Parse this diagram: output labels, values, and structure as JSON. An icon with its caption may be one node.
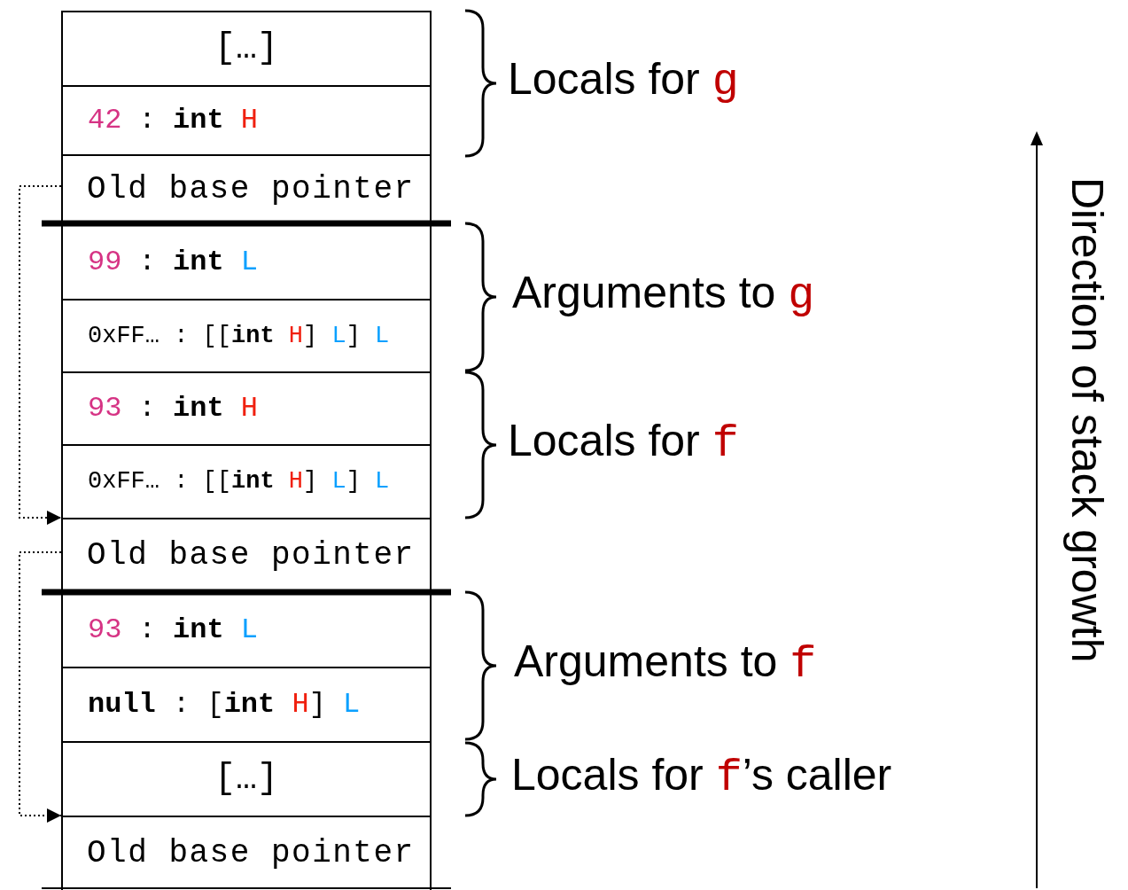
{
  "diagram": {
    "nodes": [
      {
        "text": [
          "[…]"
        ]
      },
      {
        "text": [
          "*42* : **int** *H*"
        ]
      },
      {
        "text": [
          "Old base pointer"
        ]
      },
      {
        "text": [
          "*99* : **int** *L*"
        ]
      },
      {
        "text": [
          "0xFF… : [[**int** *H*] *L*] *L*"
        ]
      },
      {
        "text": [
          "*93* : **int** *H*"
        ]
      },
      {
        "text": [
          "0xFF… : [[**int** *H*] *L*] *L*"
        ]
      },
      {
        "text": [
          "Old base pointer"
        ]
      },
      {
        "text": [
          "*93* : **int** *L*"
        ]
      },
      {
        "text": [
          "**null** : [**int** *H*] *L*"
        ]
      },
      {
        "text": [
          "[…]"
        ]
      },
      {
        "text": [
          "Old base pointer"
        ]
      }
    ],
    "edges": [
      {
        "from": 2,
        "to": 7,
        "arrow": "to",
        "style": "dashed"
      },
      {
        "from": 7,
        "to": 11,
        "arrow": "to",
        "style": "dashed"
      }
    ],
    "labels": [
      "Locals for *g*",
      "Arguments to *g*",
      "Locals for *f*",
      "Arguments to *f*",
      "Locals for *f*’s caller",
      "Direction of stack growth"
    ]
  }
}
